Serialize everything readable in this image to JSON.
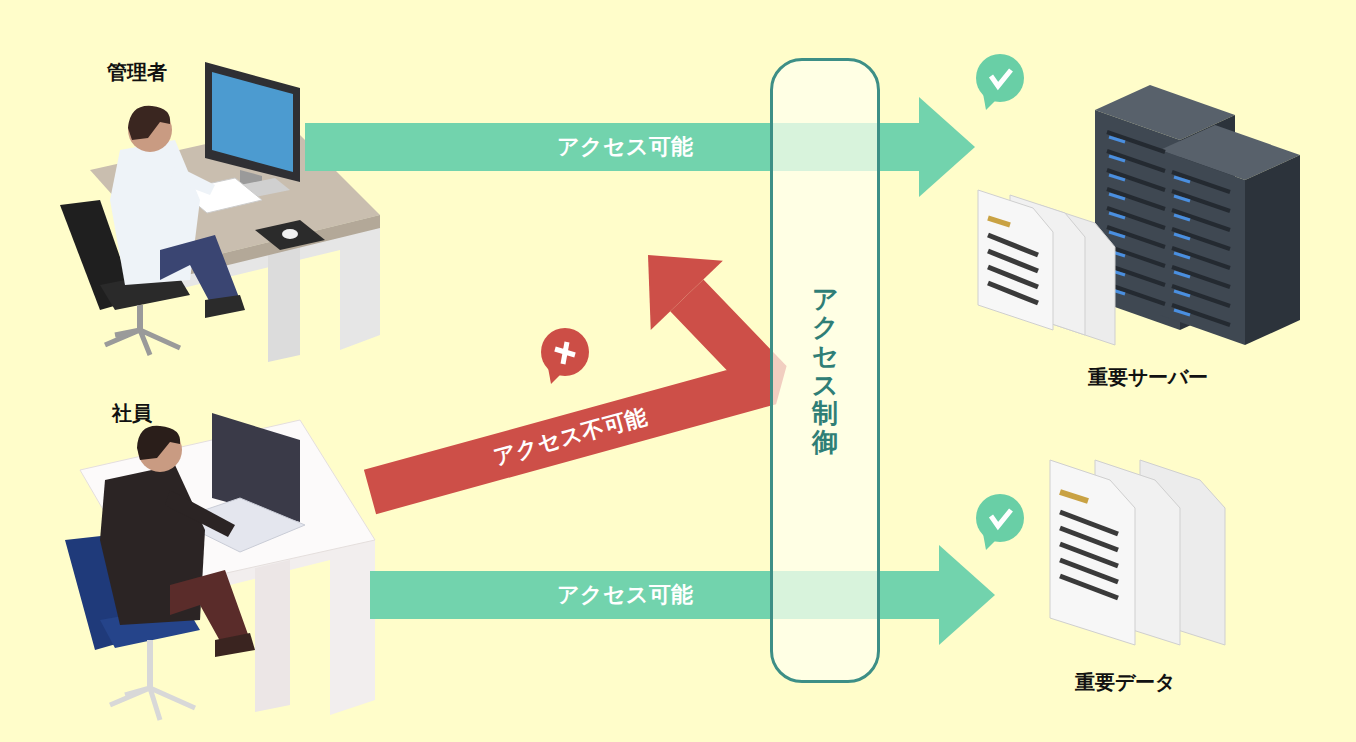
{
  "diagram": {
    "nodes": [
      {
        "text": [
          "管理者"
        ]
      },
      {
        "text": [
          "社員"
        ]
      },
      {
        "text": [
          "アクセス制御"
        ]
      },
      {
        "text": [
          "重要サーバー"
        ]
      },
      {
        "text": [
          "重要データ"
        ]
      }
    ],
    "edges": [
      {
        "from": 0,
        "to": 3,
        "label": "アクセス可能",
        "arrow": "to"
      },
      {
        "from": 1,
        "to": 2,
        "label": "アクセス不可能",
        "arrow": "to"
      },
      {
        "from": 1,
        "to": 4,
        "label": "アクセス可能",
        "arrow": "to"
      }
    ]
  }
}
